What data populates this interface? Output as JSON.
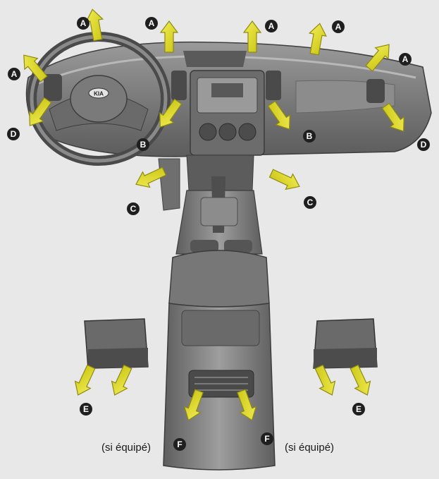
{
  "labels": {
    "a": "A",
    "b": "B",
    "c": "C",
    "d": "D",
    "e": "E",
    "f": "F"
  },
  "dashboard_badge": "KIA",
  "notes": {
    "optional_left": "(si équipé)",
    "optional_right": "(si équipé)"
  },
  "colors": {
    "background": "#e8e8e8",
    "airflow_arrow": "#ded91f",
    "arrow_outline": "#8f8a12",
    "interior_plastic": "#7b7b7b",
    "label_badge": "#1f1f1f"
  }
}
